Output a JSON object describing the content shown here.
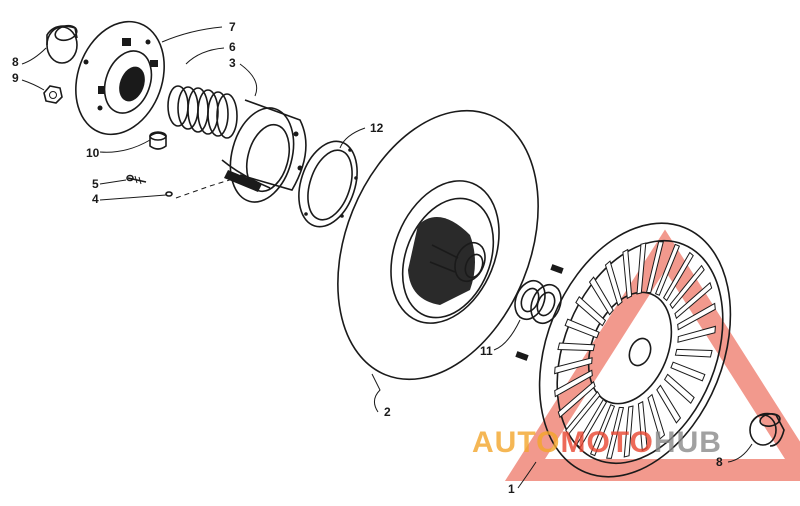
{
  "part_labels": {
    "p1": "1",
    "p2": "2",
    "p3": "3",
    "p4": "4",
    "p5": "5",
    "p6": "6",
    "p7": "7",
    "p8a": "8",
    "p8b": "8",
    "p9": "9",
    "p10": "10",
    "p11": "11",
    "p12": "12"
  },
  "watermark": {
    "part1": "AUTO",
    "part2": "MOTO",
    "part3": "HUB",
    "colors": {
      "orange": "#f3a52b",
      "red": "#e8452f",
      "gray": "#8a8a8a"
    }
  }
}
